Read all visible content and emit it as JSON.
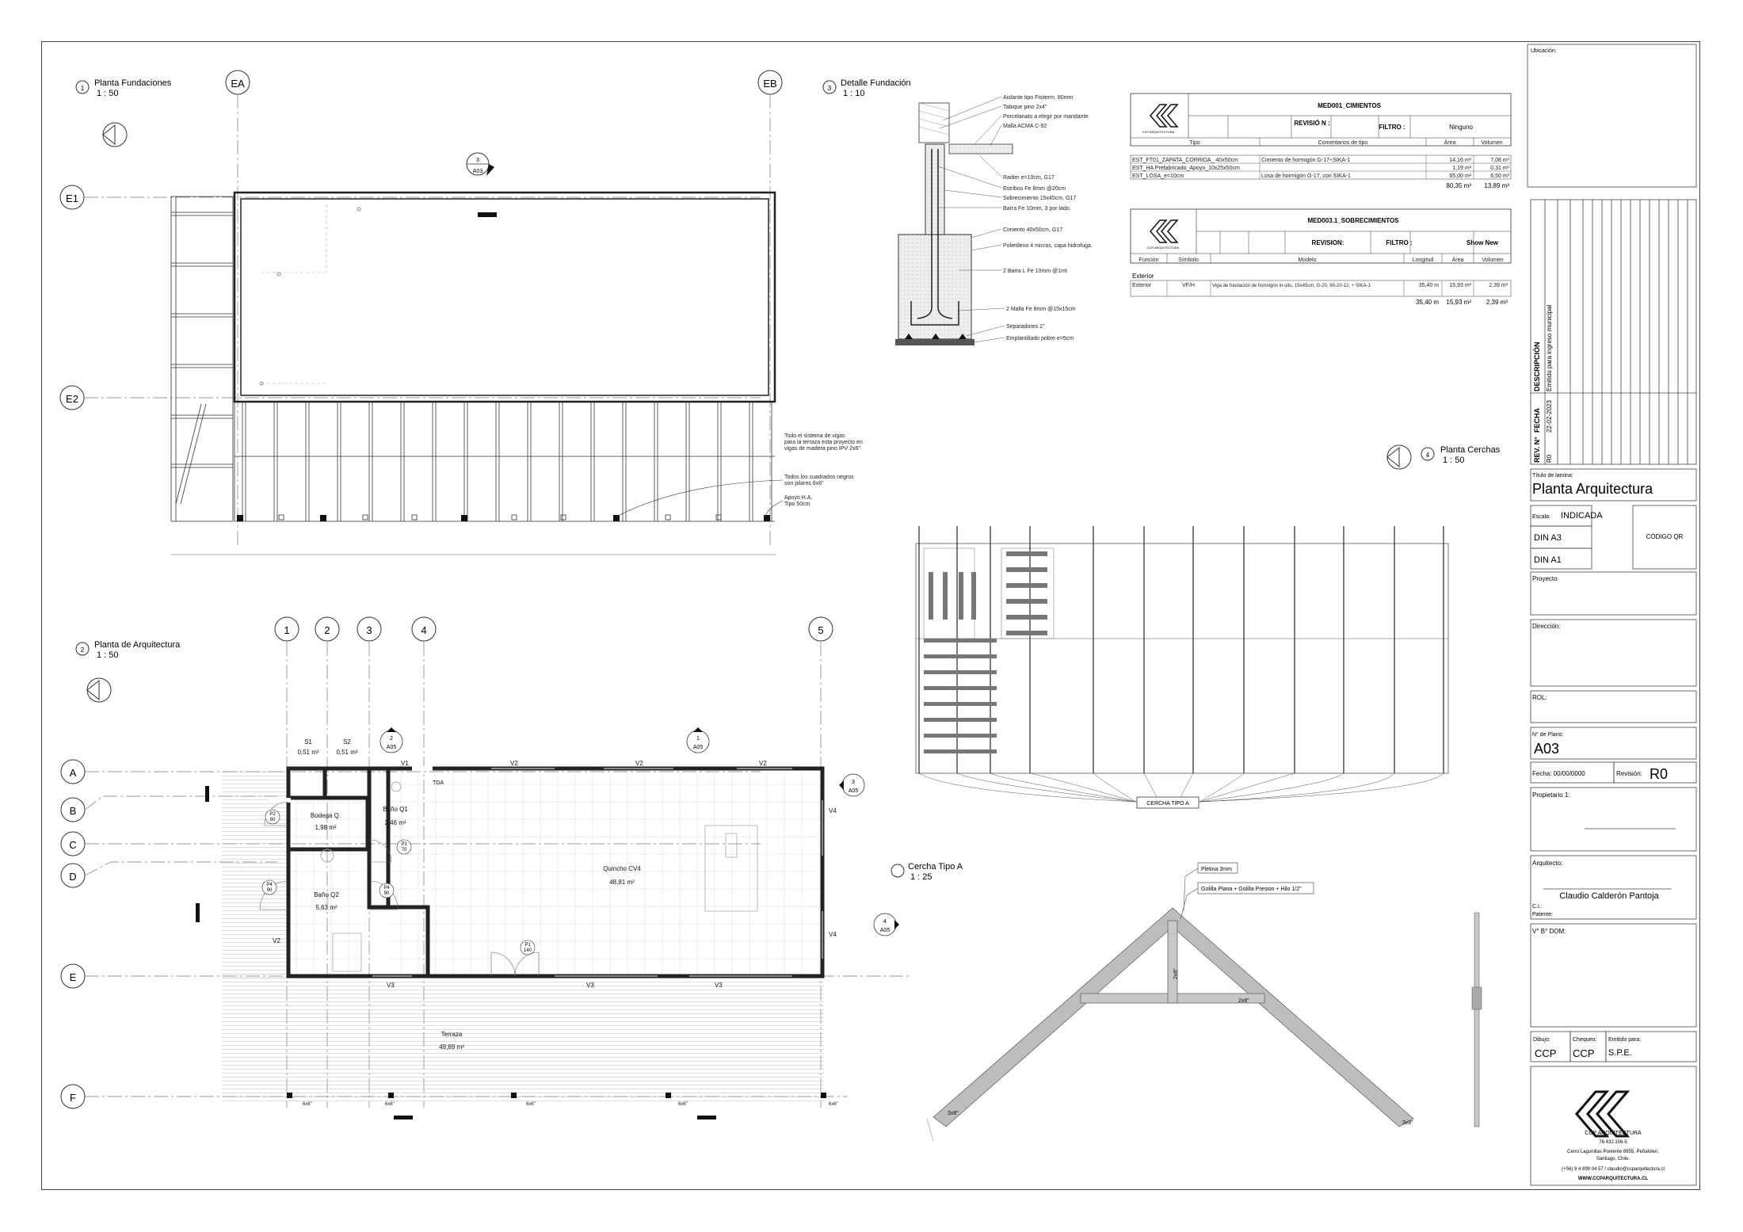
{
  "views": {
    "v1": {
      "num": "1",
      "title": "Planta Fundaciones",
      "scale": "1 : 50"
    },
    "v2": {
      "num": "2",
      "title": "Planta de Arquitectura",
      "scale": "1 : 50"
    },
    "v3": {
      "num": "3",
      "title": "Detalle Fundación",
      "scale": "1 : 10"
    },
    "v4": {
      "num": "4",
      "title": "Planta Cerchas",
      "scale": "1 : 50"
    },
    "v5": {
      "num": "",
      "title": "Cercha Tipo A",
      "scale": "1 : 25"
    }
  },
  "grid": {
    "EA": "EA",
    "EB": "EB",
    "E1": "E1",
    "E2": "E2",
    "n1": "1",
    "n2": "2",
    "n3": "3",
    "n4": "4",
    "n5": "5",
    "A": "A",
    "B": "B",
    "C": "C",
    "D": "D",
    "E": "E",
    "F": "F"
  },
  "foundation": {
    "sect_num": "3",
    "sect_ref": "A03",
    "note1": [
      "Todo el sistema de vigas",
      "para la terraza esta proyecto en",
      "vigas de madera pino IPV 2x6\""
    ],
    "note2": [
      "Todos los cuadrados negros",
      "son pilares 6x6\""
    ],
    "note3": [
      "Apoyo H.A.",
      "Tipo 50cm"
    ]
  },
  "detail": {
    "labels": [
      "Aislante tipo Fisiterm. 80mm",
      "Tabique pino 2x4\"",
      "Porcelanato a elegir por mandante",
      "Malla ACMA C-92",
      "Radier e=10cm, G17",
      "Estribos Fe 8mm @20cm",
      "Sobrecimiento 15x45cm, G17",
      "Barra Fe 10mm, 3 por lado.",
      "Cimiento 40x50cm, G17",
      "Polietileno 4 micras, capa hidrofuga.",
      "2 Barra L Fe 10mm @1mt",
      "2 Malla Fe 8mm @15x15cm",
      "Separadores 1\"",
      "Emplantillado pobre e=5cm"
    ]
  },
  "table1": {
    "title": "MED001_CIMIENTOS",
    "rev_label": "REVISIÓ N :",
    "filter_label": "FILTRO :",
    "filter_value": "Ninguno",
    "logo_text": "CCP ARQUITECTURA",
    "headers": [
      "Tipo",
      "Comentarios de tipo",
      "Área",
      "Volumen"
    ],
    "rows": [
      [
        "EST_FT01_ZAPATA_CORRIDA_ 40x50cm",
        "Cimiento de hormigón G-17+SIKA-1",
        "14,16 m²",
        "7,08 m³"
      ],
      [
        "EST_HA Prefabricado_Apoyo_10x25x50cm",
        "",
        "1,19 m²",
        "0,31 m³"
      ],
      [
        "EST_LOSA_e=10cm",
        "Losa de hormigón G-17, con SIKA-1",
        "65,00 m²",
        "6,50 m³"
      ]
    ],
    "total_area": "80,35 m²",
    "total_vol": "13,89 m³"
  },
  "table2": {
    "title": "MED003.1_SOBRECIMIENTOS",
    "rev_label": "REVISION:",
    "filter_label": "FILTRO :",
    "filter_value": "Show New",
    "logo_text": "CCP ARQUITECTURA",
    "headers": [
      "Función",
      "Símbolo",
      "Modelo",
      "Longitud",
      "Área",
      "Volumen"
    ],
    "group": "Exterior",
    "row": [
      "Exterior",
      "VF/H",
      "Viga de fundación de hormigón in-situ, 15x45cm, G-20, 90-20-12, + SIKA-1",
      "35,40 m",
      "15,93 m²",
      "2,39 m³"
    ],
    "totals": [
      "35,40 m",
      "15,93 m²",
      "2,39 m³"
    ]
  },
  "plan": {
    "rooms": [
      {
        "name": "S1",
        "area": "0,51 m²"
      },
      {
        "name": "S2",
        "area": "0,51 m²"
      },
      {
        "name": "Bodega Q.",
        "area": "1,98 m²"
      },
      {
        "name": "Baño Q1",
        "area": "2,46 m²"
      },
      {
        "name": "Quincho CV4",
        "area": "48,81 m²"
      },
      {
        "name": "Baño Q2",
        "area": "5,63 m²"
      },
      {
        "name": "Terraza",
        "area": "49,69 m²"
      }
    ],
    "tags": {
      "v1": "V1",
      "v2": "V2",
      "v3": "V3",
      "v4": "V4",
      "tda": "TDA",
      "p1": "P1",
      "p1w": "140",
      "p2": "P2",
      "p2w": "80",
      "p3": "P3",
      "p3w": "70",
      "p4": "P4",
      "p4w": "90",
      "p4b": "P4",
      "p4bw": "90",
      "post": "6x6\""
    },
    "refs": {
      "r2": "2",
      "r2s": "A05",
      "r1": "1",
      "r1s": "A05",
      "r3": "3",
      "r3s": "A05",
      "r4": "4",
      "r4s": "A05"
    }
  },
  "truss": {
    "label": "CERCHA TIPO A",
    "callout1": "Pletina 3mm",
    "callout2": "Golilla Plana + Golilla Presion + Hilo 1/2\"",
    "m1": "2x8\"",
    "m2": "2x8\"",
    "m3": "3x8\"",
    "m4": "3x8\""
  },
  "titleblock": {
    "ubicacion": "Ubicación:",
    "rev_hdr": "REV. N°",
    "fecha_hdr": "FECHA",
    "desc_hdr": "DESCRIPCIÓN",
    "rev_val": "R0",
    "fecha_val": "22-02-2023",
    "desc_val": "Emitido para ingreso municipal",
    "titulo_lbl": "Título de lamina:",
    "titulo_val": "Planta Arquitectura",
    "escala_lbl": "Escala:",
    "escala_val": "INDICADA",
    "dina3": "DIN A3",
    "dina1": "DIN A1",
    "qr": "CÓDIGO QR",
    "proyecto": "Proyecto",
    "direccion": "Dirección:",
    "rol": "ROL:",
    "plano_lbl": "N° de Plano:",
    "plano_val": "A03",
    "fecha_lbl": "Fecha: 00/00/0000",
    "revision_lbl": "Revisión:",
    "revision_val": "R0",
    "propietario": "Propietario 1:",
    "arquitecto": "Arquitecto:",
    "arq_name": "Claudio Calderón Pantoja",
    "ci": "C.I.:",
    "patente": "Patente:",
    "vbdom": "V° B° DOM:",
    "dibujo_lbl": "Dibujo:",
    "dibujo_val": "CCP",
    "chequeo_lbl": "Chequeo:",
    "chequeo_val": "CCP",
    "emitido_lbl": "Emitido para:",
    "emitido_val": "S.P.E.",
    "firm": "CCP ARQUITECTURA",
    "rut": "76.432.106-5",
    "addr1": "Cerro Lagunillas Poniente 8955, Peñalolen,",
    "addr2": "Santiago, Chile.",
    "contact": "(+56) 9 4 899 04 57 / claudio@ccparquitectura.cl",
    "web": "WWW.CCPARQUITECTURA.CL"
  }
}
